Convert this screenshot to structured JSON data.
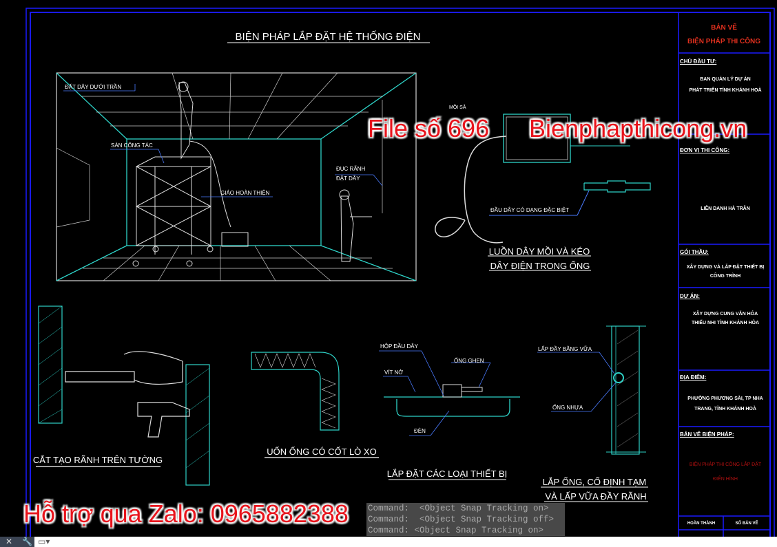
{
  "drawing": {
    "title": "BIỆN PHÁP LẮP ĐẶT HỆ THỐNG ĐIỆN",
    "room_labels": {
      "ceiling_wiring": "ĐẶT DÂY DƯỚI TRẦN",
      "work_platform": "SÀN CÔNG TÁC",
      "scaffold": "GIÁO HOÀN THIỆN",
      "chase_wiring_line1": "ĐỤC RÃNH",
      "chase_wiring_line2": "ĐẶT DÂY",
      "hidden_label": "MỒI SẴ"
    },
    "pulling": {
      "special_end": "ĐẦU DÂY CÓ DẠNG ĐẶC BIỆT",
      "caption_line1": "LUỒN DÂY MỒI VÀ KÉO",
      "caption_line2": "DÂY ĐIỆN TRONG ỐNG"
    },
    "groove_caption": "CẮT TẠO RÃNH TRÊN TƯỜNG",
    "bending_caption": "UỐN ỐNG CÓ CỐT LÒ XO",
    "device": {
      "junction_box": "HỘP ĐẦU DÂY",
      "conduit": "ỐNG GHEN",
      "anchor_screw": "VÍT NỞ",
      "lamp": "ĐÈN",
      "caption": "LẮP ĐẶT CÁC LOẠI THIẾT BỊ"
    },
    "pipe": {
      "mortar_fill": "LẤP ĐẦY BẰNG VỮA",
      "plastic_pipe": "ỐNG NHỰA",
      "caption_line1": "LẮP ỐNG, CỐ ĐỊNH TẠM",
      "caption_line2": "VÀ LẤP VỮA ĐẦY RÃNH"
    }
  },
  "title_block": {
    "title_line1": "BẢN VẼ",
    "title_line2": "BIỆN PHÁP THI CÔNG",
    "investor_label": "CHỦ ĐẦU TƯ:",
    "investor_line1": "BAN QUẢN LÝ DỰ ÁN",
    "investor_line2": "PHÁT TRIỂN TỈNH KHÁNH HOÀ",
    "contractor_label": "ĐƠN VỊ THI CÔNG:",
    "contractor": "LIÊN DANH HÀ TRÂN",
    "package_label": "GÓI THẦU:",
    "package_line1": "XÂY DỰNG VÀ LẮP ĐẶT THIẾT BỊ",
    "package_line2": "CÔNG TRÌNH",
    "project_label": "DỰ ÁN:",
    "project_line1": "XÂY DỰNG CUNG VĂN HÓA",
    "project_line2": "THIẾU NHI TỈNH KHÁNH HÒA",
    "location_label": "ĐỊA ĐIỂM:",
    "location_line1": "PHƯỜNG PHƯƠNG SÀI, TP NHA",
    "location_line2": "TRANG, TỈNH KHÁNH HOÀ",
    "method_label": "BẢN VẼ BIỆN PHÁP:",
    "method_line1": "BIỆN PHÁP THI CÔNG LẮP ĐẶT",
    "method_line2": "ĐIỂN HÌNH",
    "completed_label": "HOÀN THÀNH",
    "sheet_no_label": "SỐ BẢN VẼ"
  },
  "command_line": {
    "history": [
      "Command:  <Object Snap Tracking on>",
      "Command:  <Object Snap Tracking off>",
      "Command: <Object Snap Tracking on>"
    ]
  },
  "watermarks": {
    "file_no": "File số 696",
    "site": "Bienphapthicong.vn",
    "support": "Hỗ trợ qua Zalo: 0965882388"
  },
  "colors": {
    "background": "#000000",
    "frame": "#1a1aff",
    "cyan": "#2ed3c8",
    "title_red": "#e0301e",
    "watermark": "#e8141c"
  },
  "statusbar": {
    "icons": [
      "close-icon",
      "wrench-icon",
      "command-window-icon"
    ]
  }
}
